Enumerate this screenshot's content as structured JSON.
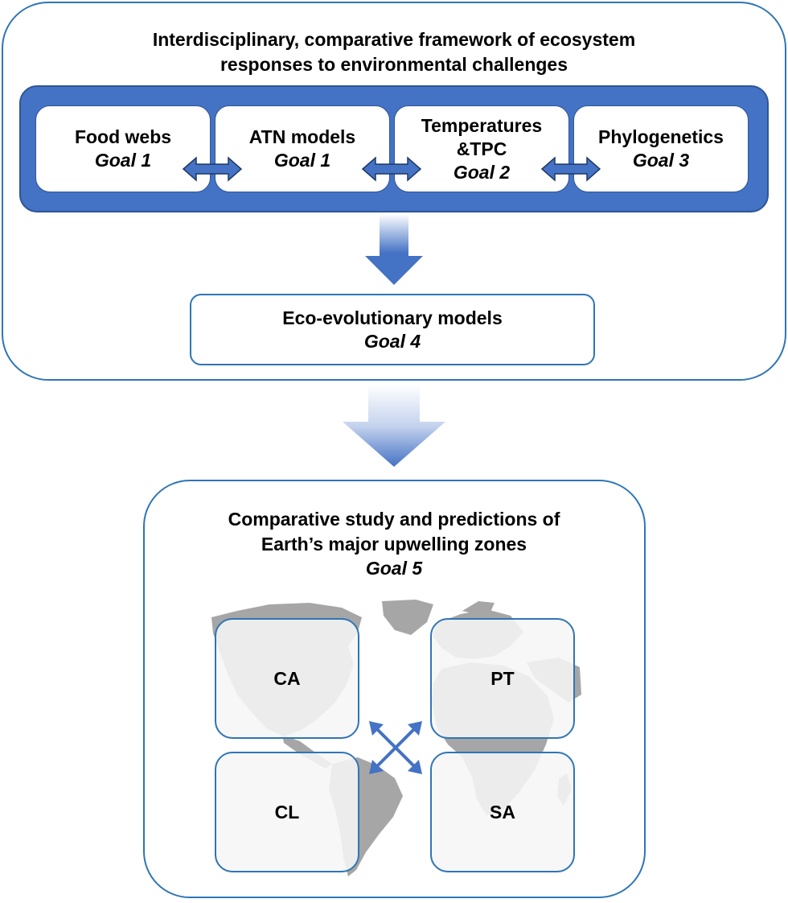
{
  "framework": {
    "title_line1": "Interdisciplinary, comparative framework of ecosystem",
    "title_line2": "responses to environmental challenges",
    "components": [
      {
        "title": "Food webs",
        "goal": "Goal 1"
      },
      {
        "title": "ATN models",
        "goal": "Goal 1"
      },
      {
        "title_line1": "Temperatures",
        "title_line2": "&TPC",
        "goal": "Goal 2"
      },
      {
        "title": "Phylogenetics",
        "goal": "Goal 3"
      }
    ],
    "eco_evolutionary": {
      "title": "Eco-evolutionary models",
      "goal": "Goal 4"
    }
  },
  "study": {
    "title_line1": "Comparative study and predictions of",
    "title_line2": "Earth’s major upwelling zones",
    "goal": "Goal 5",
    "regions": [
      "CA",
      "PT",
      "CL",
      "SA"
    ]
  },
  "colors": {
    "frame_border": "#2e75b6",
    "band_fill": "#4472c4",
    "arrow_fill": "#4472c4",
    "map_land": "#a6a6a6"
  }
}
